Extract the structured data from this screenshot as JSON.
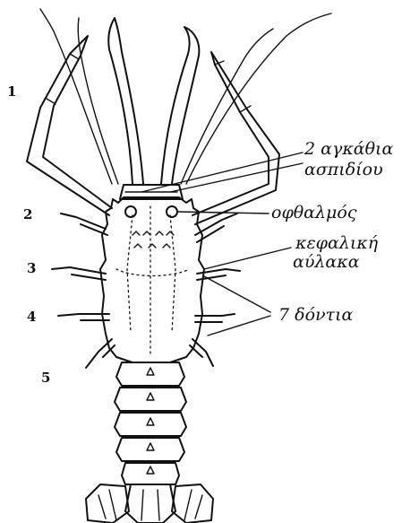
{
  "figure": {
    "leg_numbers": [
      "1",
      "2",
      "3",
      "4",
      "5"
    ],
    "callouts": [
      "2 αγκάθια",
      "ασπιδίου",
      "οφθαλμός",
      "κεφαλική",
      "αύλακα",
      "7 δόντια"
    ]
  }
}
